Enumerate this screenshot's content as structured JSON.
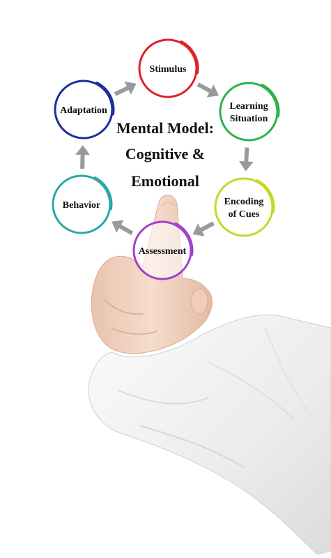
{
  "diagram": {
    "title_lines": [
      "Mental Model:",
      "Cognitive &",
      "Emotional"
    ],
    "nodes": [
      {
        "id": "stimulus",
        "lines": [
          "Stimulus"
        ],
        "color": "#e02027"
      },
      {
        "id": "learning-situation",
        "lines": [
          "Learning",
          "Situation"
        ],
        "color": "#2bb24c"
      },
      {
        "id": "encoding-of-cues",
        "lines": [
          "Encoding",
          "of Cues"
        ],
        "color": "#c9d52a"
      },
      {
        "id": "assessment",
        "lines": [
          "Assessment"
        ],
        "color": "#a43fd0"
      },
      {
        "id": "behavior",
        "lines": [
          "Behavior"
        ],
        "color": "#2aa8a6"
      },
      {
        "id": "adaptation",
        "lines": [
          "Adaptation"
        ],
        "color": "#1d2f9e"
      }
    ],
    "arrow_color": "#9a9a9a",
    "flow": "clockwise"
  },
  "background": {
    "photo": "hand-pointing-finger",
    "sleeve_color": "#f2f2f2",
    "skin_color": "#f2d6c6"
  }
}
